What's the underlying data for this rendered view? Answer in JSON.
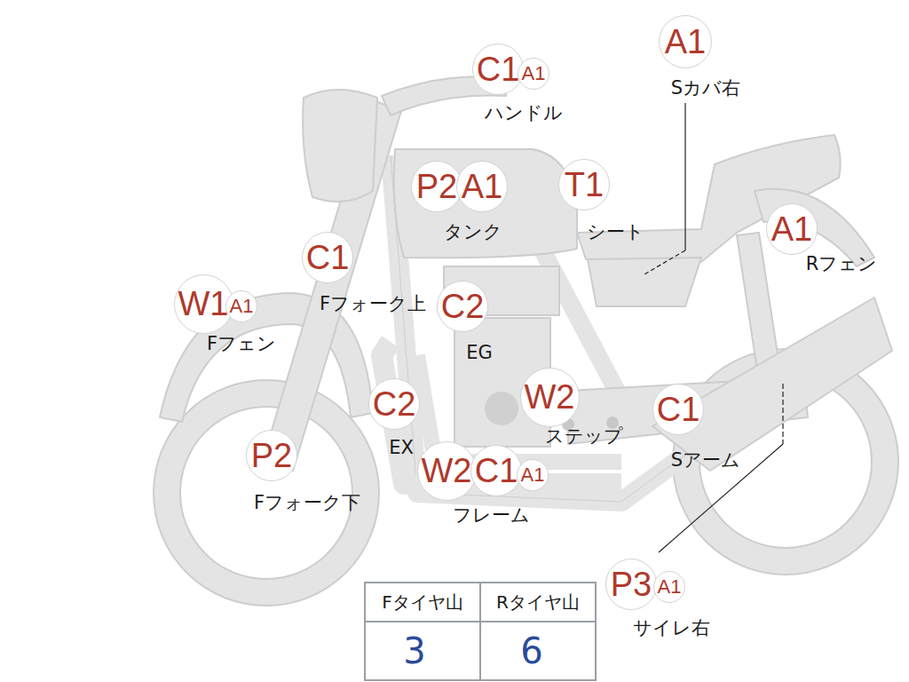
{
  "diagram": {
    "nodes": [
      {
        "text": [
          "C1"
        ]
      },
      {
        "text": [
          "A1"
        ]
      },
      {
        "text": [
          "A1"
        ]
      },
      {
        "text": [
          "P2"
        ]
      },
      {
        "text": [
          "A1"
        ]
      },
      {
        "text": [
          "T1"
        ]
      },
      {
        "text": [
          "A1"
        ]
      },
      {
        "text": [
          "C1"
        ]
      },
      {
        "text": [
          "W1"
        ]
      },
      {
        "text": [
          "A1"
        ]
      },
      {
        "text": [
          "C2"
        ]
      },
      {
        "text": [
          "C2"
        ]
      },
      {
        "text": [
          "W2"
        ]
      },
      {
        "text": [
          "C1"
        ]
      },
      {
        "text": [
          "P2"
        ]
      },
      {
        "text": [
          "W2"
        ]
      },
      {
        "text": [
          "C1"
        ]
      },
      {
        "text": [
          "A1"
        ]
      },
      {
        "text": [
          "P3"
        ]
      },
      {
        "text": [
          "A1"
        ]
      }
    ],
    "labels": [
      "ハンドル",
      "Sカバ右",
      "タンク",
      "シート",
      "Rフェン",
      "Fフォーク上",
      "Fフェン",
      "EG",
      "ステップ",
      "EX",
      "Sアーム",
      "フレーム",
      "Fフォーク下",
      "サイレ右",
      "Fタイヤ山",
      "Rタイヤ山",
      "3",
      "6"
    ]
  }
}
